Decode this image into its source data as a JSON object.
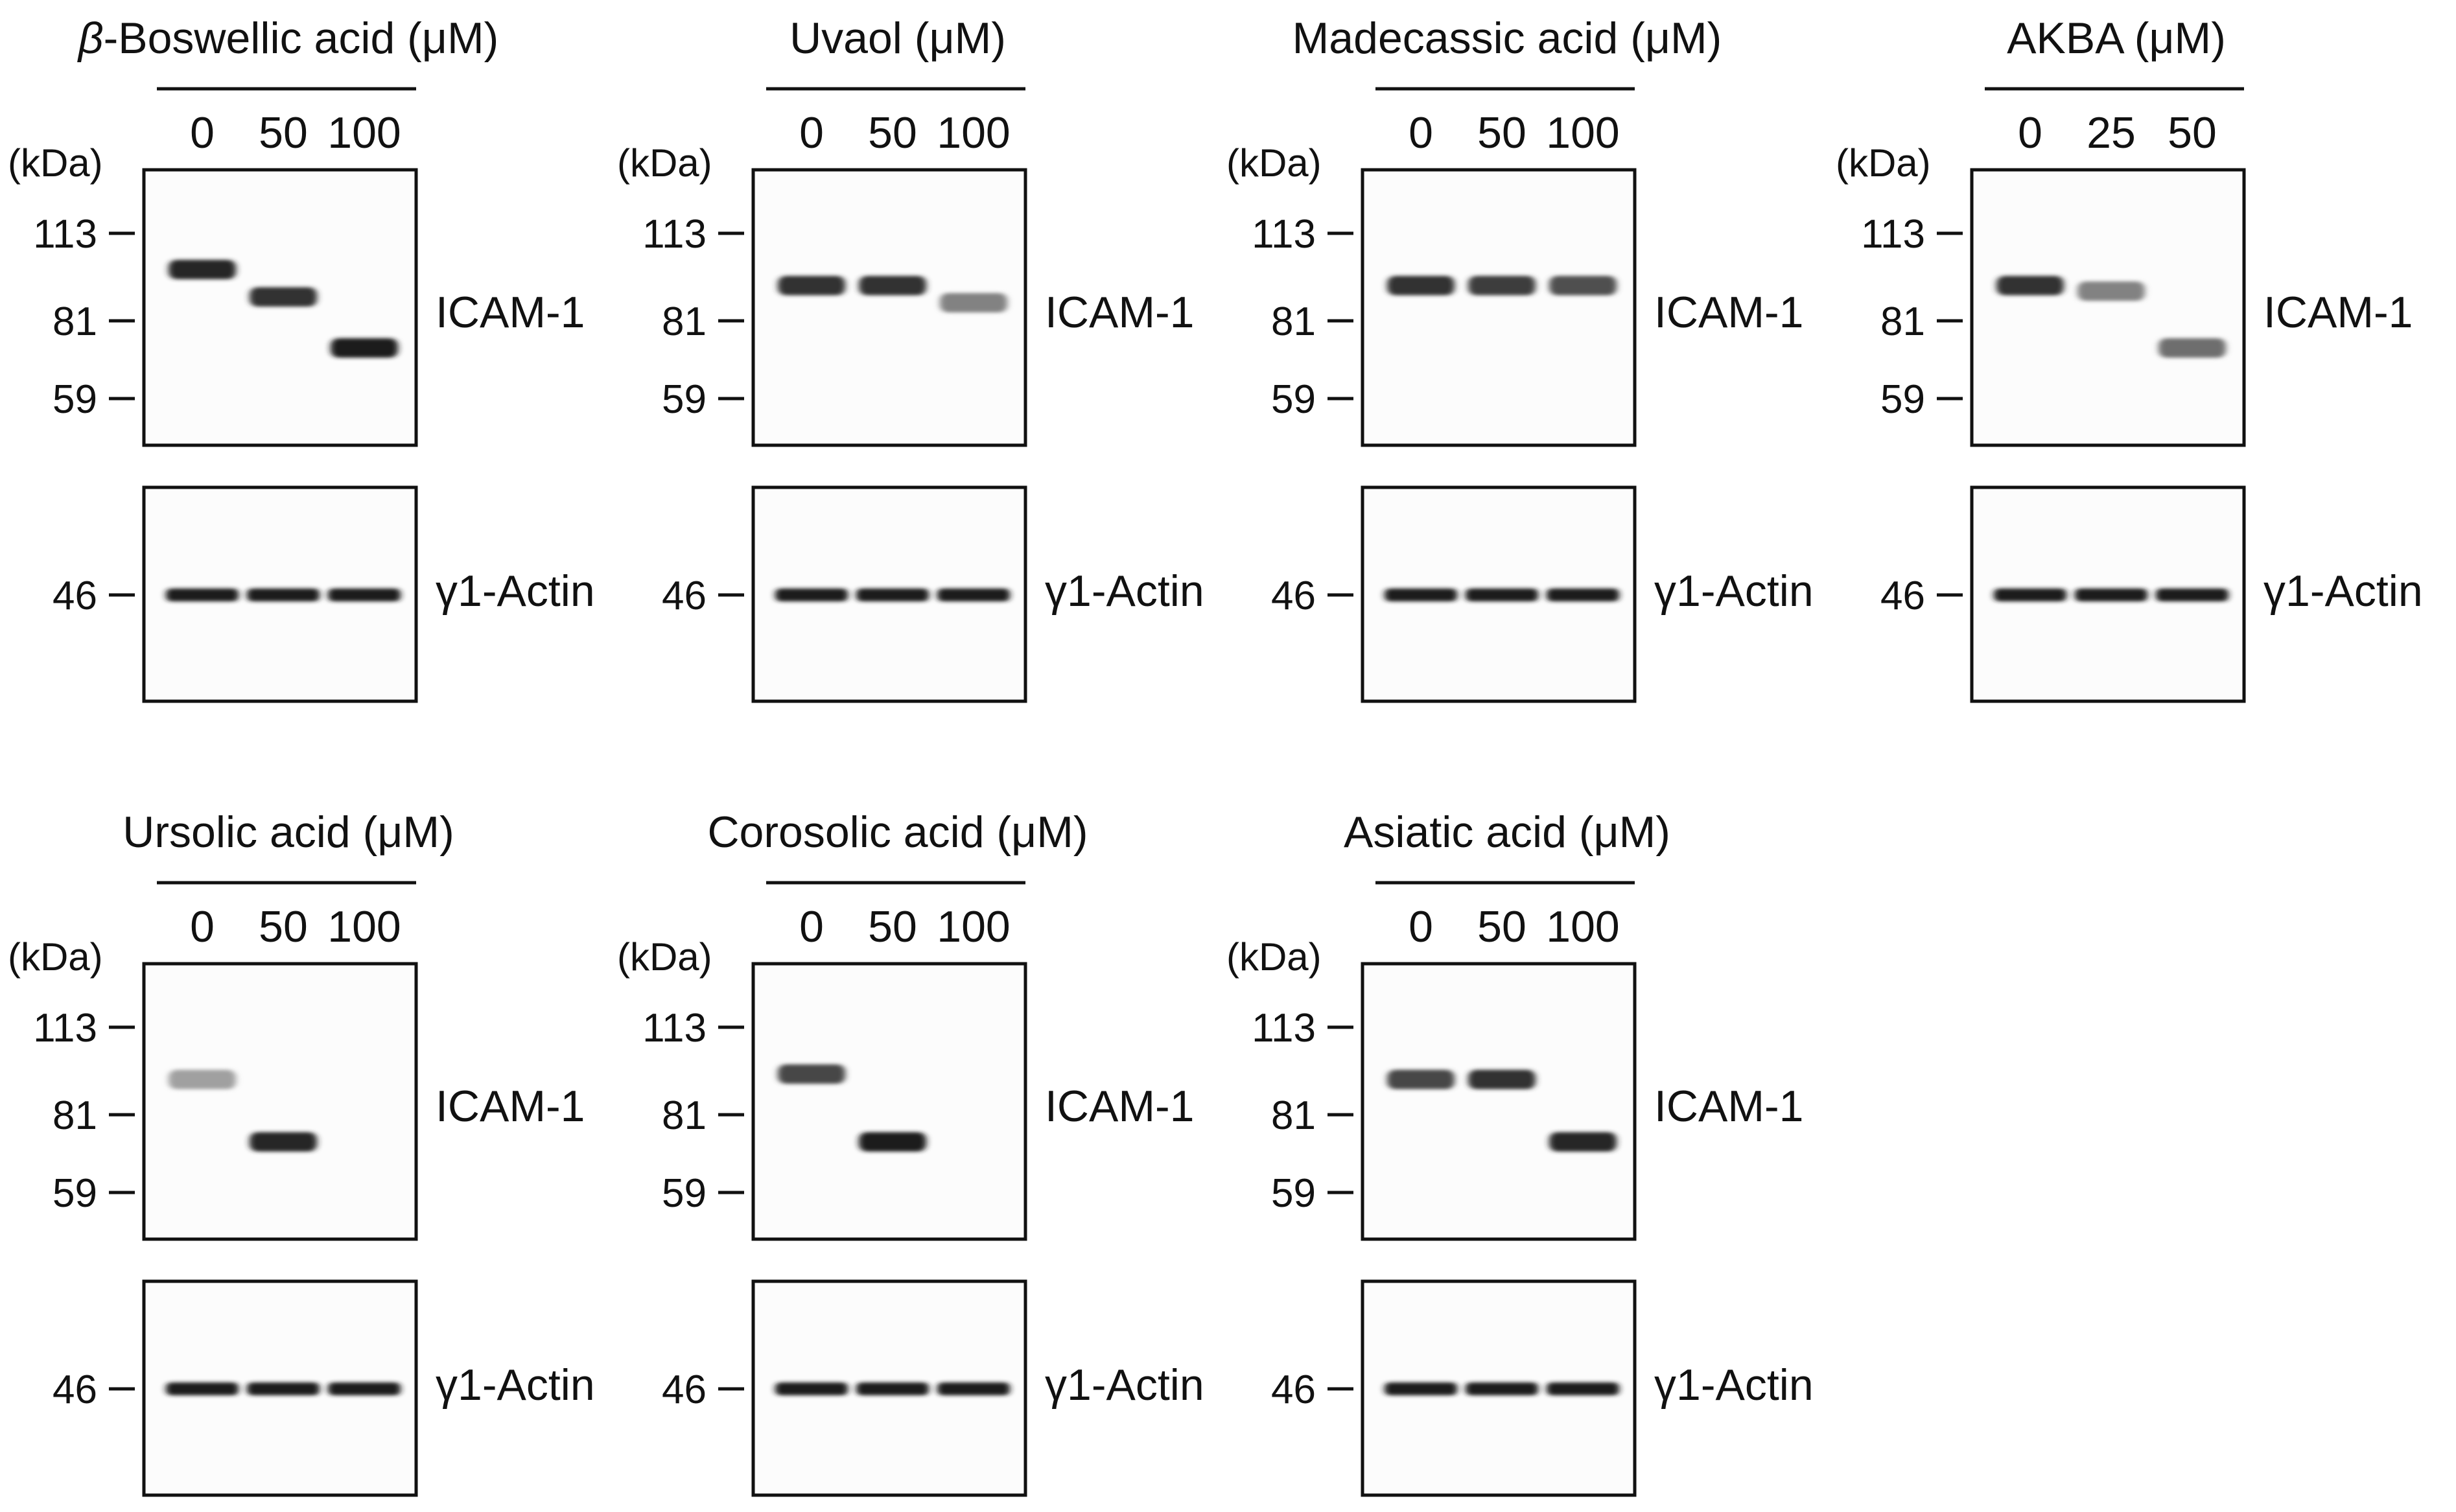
{
  "panels": [
    {
      "title_prefix": "β",
      "title": "-Boswellic acid (μM)",
      "concentrations": [
        "0",
        "50",
        "100"
      ],
      "kda_label": "(kDa)",
      "icam_markers": [
        "113",
        "81",
        "59"
      ],
      "icam_label": "ICAM-1",
      "actin_marker": "46",
      "actin_label": "γ1-Actin",
      "icam_band_intensity": [
        0.9,
        0.85,
        0.95
      ],
      "icam_band_kda": [
        98,
        88,
        72
      ]
    },
    {
      "title_prefix": "",
      "title": "Uvaol (μM)",
      "concentrations": [
        "0",
        "50",
        "100"
      ],
      "kda_label": "(kDa)",
      "icam_markers": [
        "113",
        "81",
        "59"
      ],
      "icam_label": "ICAM-1",
      "actin_marker": "46",
      "actin_label": "γ1-Actin",
      "icam_band_intensity": [
        0.85,
        0.85,
        0.45
      ],
      "icam_band_kda": [
        92,
        92,
        86
      ]
    },
    {
      "title_prefix": "",
      "title": "Madecassic acid (μM)",
      "concentrations": [
        "0",
        "50",
        "100"
      ],
      "kda_label": "(kDa)",
      "icam_markers": [
        "113",
        "81",
        "59"
      ],
      "icam_label": "ICAM-1",
      "actin_marker": "46",
      "actin_label": "γ1-Actin",
      "icam_band_intensity": [
        0.85,
        0.8,
        0.7
      ],
      "icam_band_kda": [
        92,
        92,
        92
      ]
    },
    {
      "title_prefix": "",
      "title": "AKBA (μM)",
      "concentrations": [
        "0",
        "25",
        "50"
      ],
      "kda_label": "(kDa)",
      "icam_markers": [
        "113",
        "81",
        "59"
      ],
      "icam_label": "ICAM-1",
      "actin_marker": "46",
      "actin_label": "γ1-Actin",
      "icam_band_intensity": [
        0.85,
        0.45,
        0.55
      ],
      "icam_band_kda": [
        92,
        90,
        72
      ]
    },
    {
      "title_prefix": "",
      "title": "Ursolic acid (μM)",
      "concentrations": [
        "0",
        "50",
        "100"
      ],
      "kda_label": "(kDa)",
      "icam_markers": [
        "113",
        "81",
        "59"
      ],
      "icam_label": "ICAM-1",
      "actin_marker": "46",
      "actin_label": "γ1-Actin",
      "icam_band_intensity": [
        0.3,
        0.9,
        0.0
      ],
      "icam_band_kda": [
        92,
        72,
        0
      ]
    },
    {
      "title_prefix": "",
      "title": "Corosolic acid (μM)",
      "concentrations": [
        "0",
        "50",
        "100"
      ],
      "kda_label": "(kDa)",
      "icam_markers": [
        "113",
        "81",
        "59"
      ],
      "icam_label": "ICAM-1",
      "actin_marker": "46",
      "actin_label": "γ1-Actin",
      "icam_band_intensity": [
        0.75,
        0.95,
        0.0
      ],
      "icam_band_kda": [
        94,
        72,
        0
      ]
    },
    {
      "title_prefix": "",
      "title": "Asiatic acid (μM)",
      "concentrations": [
        "0",
        "50",
        "100"
      ],
      "kda_label": "(kDa)",
      "icam_markers": [
        "113",
        "81",
        "59"
      ],
      "icam_label": "ICAM-1",
      "actin_marker": "46",
      "actin_label": "γ1-Actin",
      "icam_band_intensity": [
        0.75,
        0.85,
        0.9
      ],
      "icam_band_kda": [
        92,
        92,
        72
      ]
    }
  ]
}
